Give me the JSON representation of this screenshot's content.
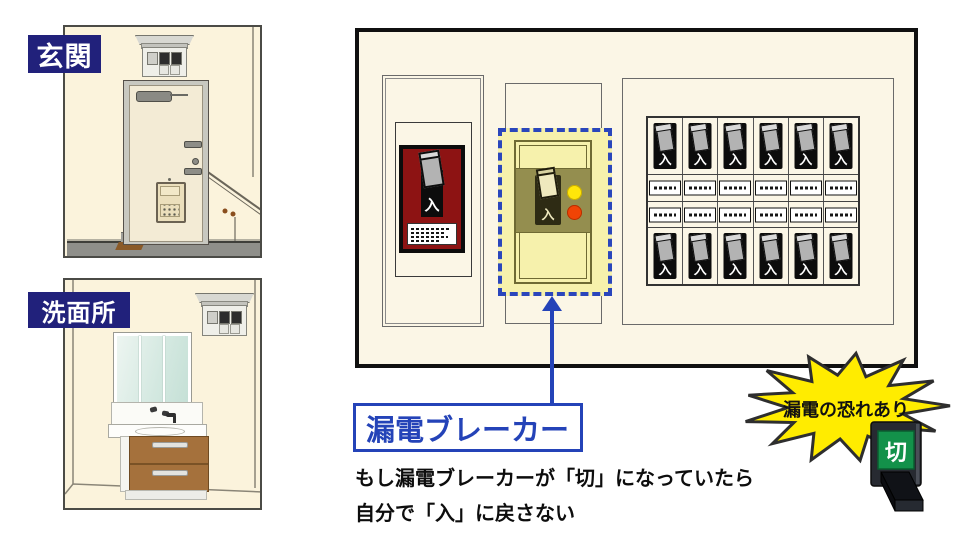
{
  "rooms": {
    "entrance_label": "玄関",
    "washroom_label": "洗面所"
  },
  "breaker_panel": {
    "main_breaker": {
      "on_label": "入"
    },
    "leakage_breaker": {
      "on_label": "入"
    },
    "circuit_breakers": {
      "columns": 6,
      "rows": 2,
      "count": 12,
      "on_label": "入"
    }
  },
  "callout": {
    "label": "漏電ブレーカー"
  },
  "caption": {
    "line1": "もし漏電ブレーカーが「切」になっていたら",
    "line2": "自分で「入」に戻さない"
  },
  "warning": {
    "burst_text": "漏電の恐れあり",
    "switch_label": "切"
  },
  "colors": {
    "accent_blue": "#2443B8",
    "navy": "#21217B",
    "panel_cream": "#FBF6E6",
    "wall_cream": "#FBF3DC",
    "highlight_yellow": "#F6F1AC",
    "olive": "#948E4F",
    "main_red": "#8D1313",
    "lamp_yellow": "#FFE60A",
    "lamp_orange": "#F04405",
    "burst_yellow": "#FFEC00",
    "switch_green": "#13914A",
    "switch_dark": "#272A31",
    "cabinet_brown": "#A5713C",
    "ink": "#111111"
  }
}
